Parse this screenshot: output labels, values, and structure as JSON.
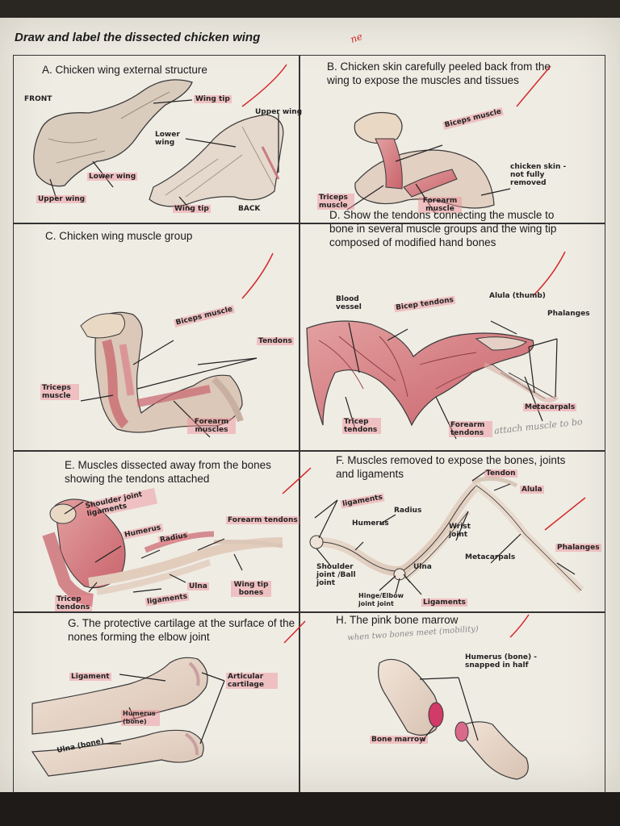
{
  "title": "Draw and label the dissected chicken wing",
  "top_margin_scribble": "ne",
  "colors": {
    "paper": "#efece4",
    "muscle": "#d97a7e",
    "skin": "#d9c8b8",
    "bone": "#e6d6c8",
    "pencil": "#3a3a3a",
    "highlight": "#f08c96",
    "red_ink": "#d32a2a"
  },
  "sections": {
    "a": {
      "heading": "A.  Chicken wing external structure",
      "labels": {
        "front": "FRONT",
        "wing_tip_1": "Wing tip",
        "upper_wing_right": "Upper wing",
        "lower_wing_right": "Lower wing",
        "lower_wing": "Lower wing",
        "upper_wing": "Upper wing",
        "wing_tip_2": "Wing tip",
        "back": "BACK"
      }
    },
    "b": {
      "heading": "B.  Chicken skin carefully peeled back from the wing to expose the muscles and tissues",
      "labels": {
        "biceps": "Biceps muscle",
        "skin": "chicken skin - not fully removed",
        "triceps": "Triceps muscle",
        "forearm": "Forearm muscle"
      }
    },
    "c": {
      "heading": "C.  Chicken wing muscle group",
      "labels": {
        "biceps": "Biceps muscle",
        "tendons": "Tendons",
        "triceps": "Triceps muscle",
        "forearm": "Forearm muscles"
      }
    },
    "d": {
      "heading": "D.  Show the tendons connecting the muscle to bone in several muscle groups and the wing tip composed of modified hand bones",
      "labels": {
        "blood_vessel": "Blood vessel",
        "bicep_tendons": "Bicep tendons",
        "alula": "Alula (thumb)",
        "phalanges": "Phalanges",
        "tricep_tendons": "Tricep tendons",
        "forearm_tendons": "Forearm tendons",
        "metacarpals": "Metacarpals"
      },
      "margin_note": "attach muscle to bo"
    },
    "e": {
      "heading": "E.  Muscles dissected away from the bones showing the tendons attached",
      "labels": {
        "shoulder_joint": "Shoulder joint ligaments",
        "humerus": "Humerus",
        "radius": "Radius",
        "forearm_tendons": "Forearm tendons",
        "ulna": "Ulna",
        "ligaments": "ligaments",
        "tricep_tendons": "Tricep tendons",
        "wing_tip_bones": "Wing tip bones"
      }
    },
    "f": {
      "heading": "F.  Muscles removed to expose the bones, joints and ligaments",
      "labels": {
        "tendon": "Tendon",
        "alula": "Alula",
        "ligaments_top": "ligaments",
        "radius": "Radius",
        "humerus": "Humerus",
        "wrist_joint": "Wrist joint",
        "metacarpals": "Metacarpals",
        "phalanges": "Phalanges",
        "shoulder_joint": "Shoulder joint /Ball joint",
        "ulna": "Ulna",
        "hinge_joint": "Hinge/Elbow joint joint",
        "ligaments_bottom": "Ligaments"
      }
    },
    "g": {
      "heading": "G.  The protective cartilage at the surface of the nones forming the elbow joint",
      "labels": {
        "ligament": "Ligament",
        "articular": "Articular cartilage",
        "humerus": "Humerus (bone)",
        "ulna": "Ulna (bone)"
      }
    },
    "h": {
      "heading": "H.  The pink bone marrow",
      "pencil_note": "when two bones meet (mobility)",
      "labels": {
        "humerus": "Humerus (bone) - snapped in half",
        "marrow": "Bone marrow"
      }
    }
  }
}
